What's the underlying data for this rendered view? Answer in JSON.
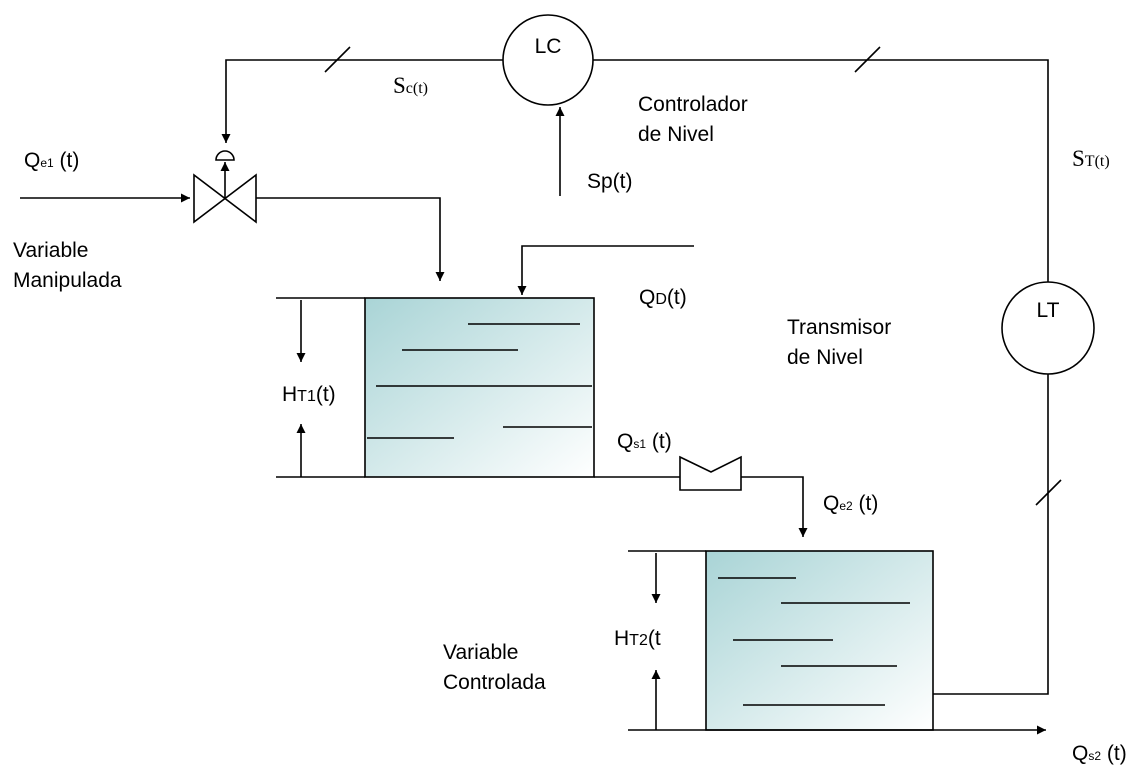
{
  "colors": {
    "line": "#000000",
    "water_light": "#ffffff",
    "water_dark": "#a9d4d6"
  },
  "controller": {
    "tag": "LC",
    "caption_line1": "Controlador",
    "caption_line2": "de Nivel"
  },
  "transmitter": {
    "tag": "LT",
    "caption_line1": "Transmisor",
    "caption_line2": "de Nivel"
  },
  "signals": {
    "sc": {
      "main": "S",
      "sub": "c(t)"
    },
    "st": {
      "main": "S",
      "sub": "T(t)"
    },
    "sp": "Sp(t)"
  },
  "flows": {
    "qe1": {
      "main": "Q",
      "sub": "e1",
      "tail": " (t)"
    },
    "qd": {
      "main": "Q",
      "sub": "D",
      "tail": "(t)"
    },
    "qs1": {
      "main": "Q",
      "sub": "s1",
      "tail": " (t)"
    },
    "qe2": {
      "main": "Q",
      "sub": "e2",
      "tail": " (t)"
    },
    "qs2": {
      "main": "Q",
      "sub": "s2",
      "tail": " (t)"
    }
  },
  "levels": {
    "ht1": {
      "main": "H",
      "sub": "T1",
      "tail": "(t)"
    },
    "ht2": {
      "main": "H",
      "sub": "T2",
      "tail": "(t"
    }
  },
  "labels": {
    "manipulated_line1": "Variable",
    "manipulated_line2": "Manipulada",
    "controlled_line1": "Variable",
    "controlled_line2": "Controlada"
  }
}
